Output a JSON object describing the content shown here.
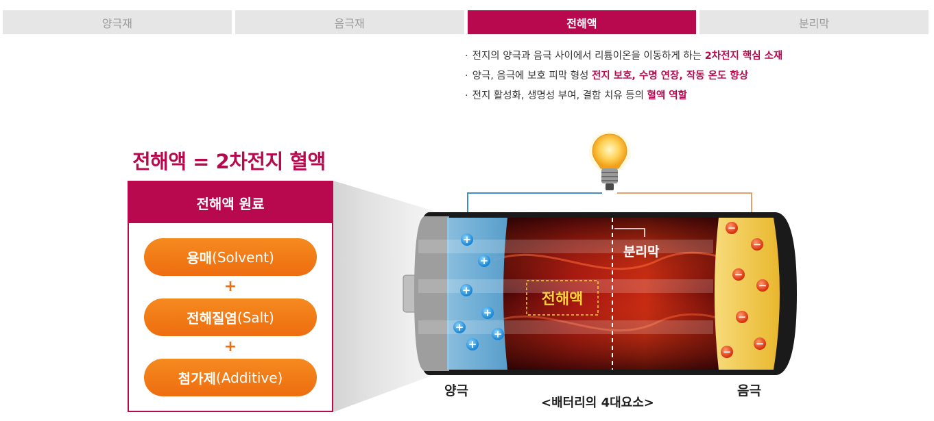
{
  "tabs": [
    {
      "label": "양극재",
      "active": false
    },
    {
      "label": "음극재",
      "active": false
    },
    {
      "label": "전해액",
      "active": true
    },
    {
      "label": "분리막",
      "active": false
    }
  ],
  "bullets": [
    {
      "marker": "·",
      "text": "전지의 양극과 음극 사이에서 리튬이온을 이동하게 하는 ",
      "highlight": "2차전지 핵심 소재"
    },
    {
      "marker": "·",
      "text": "양극, 음극에 보호 피막 형성 ",
      "highlight": "전지 보호, 수명 연장, 작동 온도 향상"
    },
    {
      "marker": "·",
      "text": "전지 활성화, 생명성 부여, 결함 치유 등의 ",
      "highlight": "혈액 역할"
    }
  ],
  "headline": "전해액 = 2차전지 혈액",
  "materials": {
    "header": "전해액 원료",
    "items": [
      {
        "ko": "용매",
        "en": "(Solvent)"
      },
      {
        "ko": "전해질염",
        "en": "(Salt)"
      },
      {
        "ko": "첨가제",
        "en": "(Additive)"
      }
    ],
    "plus": "+"
  },
  "battery": {
    "separator_label": "분리막",
    "electrolyte_label": "전해액",
    "anode_label": "양극",
    "cathode_label": "음극",
    "plus_sign": "+",
    "minus_sign": "−"
  },
  "caption": "<배터리의 4대요소>",
  "colors": {
    "accent": "#b8094f",
    "orange": "#ee6d10",
    "tab_inactive_bg": "#e6e6e6",
    "anode_blue": "#5aa6d6",
    "cathode_yellow": "#f2c744"
  },
  "icons": [
    "light-bulb-icon",
    "plus-ion-icon",
    "minus-ion-icon"
  ]
}
